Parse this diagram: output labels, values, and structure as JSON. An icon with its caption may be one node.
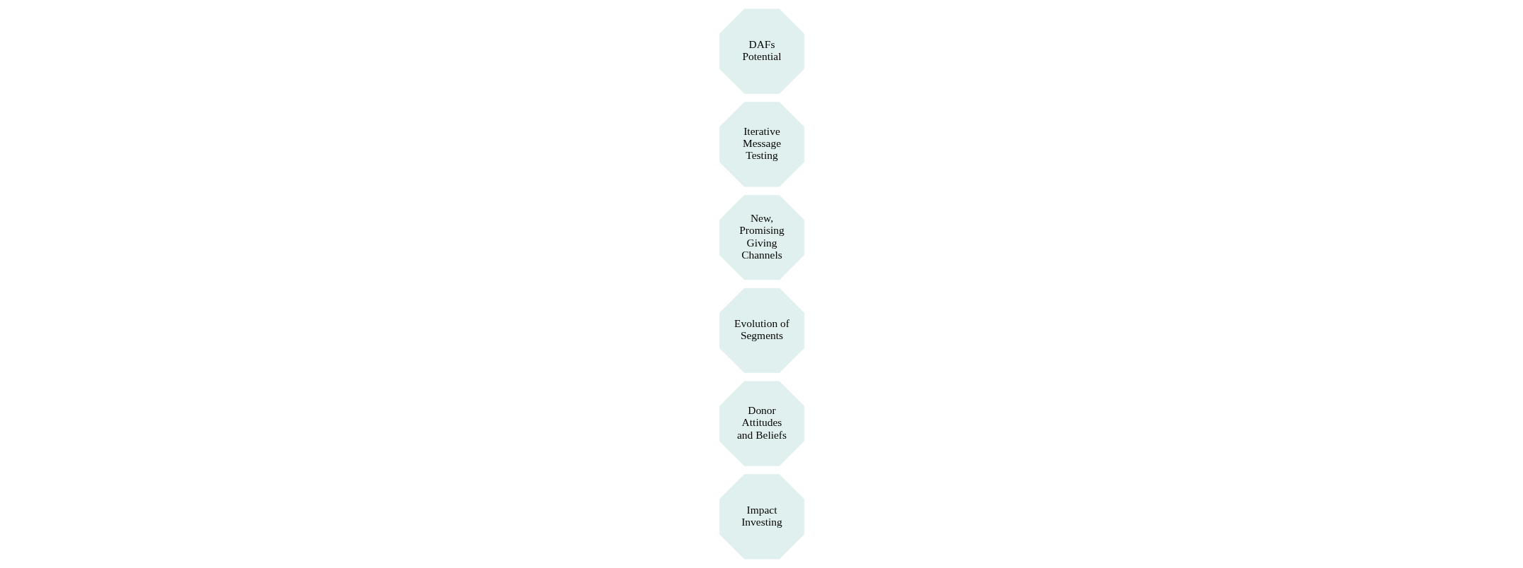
{
  "diagram": {
    "nodes": [
      {
        "text": [
          "Impact Investing"
        ]
      },
      {
        "text": [
          "Donor Attitudes and Beliefs"
        ]
      },
      {
        "text": [
          "Evolution of Segments"
        ]
      },
      {
        "text": [
          "New, Promising Giving Channels"
        ]
      },
      {
        "text": [
          "Iterative Message Testing"
        ]
      },
      {
        "text": [
          "DAFs Potential"
        ]
      }
    ]
  }
}
